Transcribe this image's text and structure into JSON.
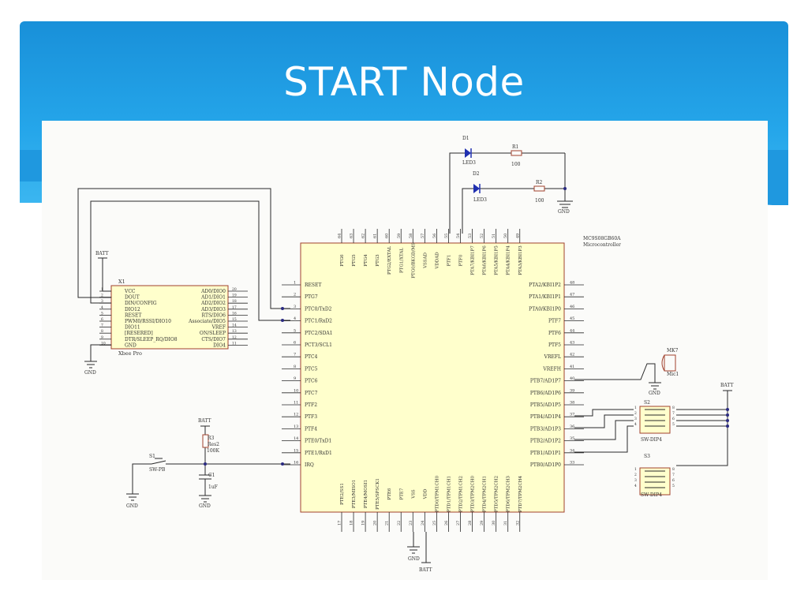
{
  "slide": {
    "title": "START Node"
  },
  "xbee": {
    "ref": "X1",
    "name": "Xbee Pro",
    "left_pins": [
      {
        "num": "1",
        "name": "VCC"
      },
      {
        "num": "2",
        "name": "DOUT"
      },
      {
        "num": "3",
        "name": "DIN/CONFIG"
      },
      {
        "num": "4",
        "name": "DIO12"
      },
      {
        "num": "5",
        "name": "RESET"
      },
      {
        "num": "6",
        "name": "PWM0/RSSI/DIO10"
      },
      {
        "num": "7",
        "name": "DIO11"
      },
      {
        "num": "8",
        "name": "[RESERED]"
      },
      {
        "num": "9",
        "name": "DTR/SLEEP_RQ/DIO8"
      },
      {
        "num": "10",
        "name": "GND"
      }
    ],
    "right_pins": [
      {
        "num": "20",
        "name": "AD0/DIO0"
      },
      {
        "num": "19",
        "name": "AD1/DIO1"
      },
      {
        "num": "18",
        "name": "AD2/DIO2"
      },
      {
        "num": "17",
        "name": "AD3/DIO3"
      },
      {
        "num": "16",
        "name": "RTS/DIO6"
      },
      {
        "num": "15",
        "name": "Associate/DIO5"
      },
      {
        "num": "14",
        "name": "VREF"
      },
      {
        "num": "13",
        "name": "ON/SLEEP"
      },
      {
        "num": "12",
        "name": "CTS/DIO7"
      },
      {
        "num": "11",
        "name": "DIO4"
      }
    ]
  },
  "mcu": {
    "name": "MC9S08GB60A",
    "subtitle": "Microcontroller",
    "left_pins": [
      {
        "num": "1",
        "name": "RESET"
      },
      {
        "num": "2",
        "name": "PTG7"
      },
      {
        "num": "3",
        "name": "PTC0/TxD2"
      },
      {
        "num": "4",
        "name": "PTC1/RxD2"
      },
      {
        "num": "5",
        "name": "PTC2/SDA1"
      },
      {
        "num": "6",
        "name": "PCT3/SCL1"
      },
      {
        "num": "7",
        "name": "PTC4"
      },
      {
        "num": "8",
        "name": "PTC5"
      },
      {
        "num": "9",
        "name": "PTC6"
      },
      {
        "num": "10",
        "name": "PTC7"
      },
      {
        "num": "11",
        "name": "PTF2"
      },
      {
        "num": "12",
        "name": "PTF3"
      },
      {
        "num": "13",
        "name": "PTF4"
      },
      {
        "num": "14",
        "name": "PTE0/TxD1"
      },
      {
        "num": "15",
        "name": "PTE1/RxD1"
      },
      {
        "num": "16",
        "name": "IRQ"
      }
    ],
    "right_pins": [
      {
        "num": "48",
        "name": "PTA2/KBI1P2"
      },
      {
        "num": "47",
        "name": "PTA1/KBI1P1"
      },
      {
        "num": "46",
        "name": "PTA0/KBI1P0"
      },
      {
        "num": "45",
        "name": "PTF7"
      },
      {
        "num": "44",
        "name": "PTF6"
      },
      {
        "num": "43",
        "name": "PTF5"
      },
      {
        "num": "42",
        "name": "VREFL"
      },
      {
        "num": "41",
        "name": "VREFH"
      },
      {
        "num": "40",
        "name": "PTB7/AD1P7"
      },
      {
        "num": "39",
        "name": "PTB6/AD1P6"
      },
      {
        "num": "38",
        "name": "PTB5/AD1P5"
      },
      {
        "num": "37",
        "name": "PTB4/AD1P4"
      },
      {
        "num": "36",
        "name": "PTB3/AD1P3"
      },
      {
        "num": "35",
        "name": "PTB2/AD1P2"
      },
      {
        "num": "34",
        "name": "PTB1/AD1P1"
      },
      {
        "num": "33",
        "name": "PTB0/AD1P0"
      }
    ],
    "top_pins": [
      {
        "num": "64",
        "name": "PTG6"
      },
      {
        "num": "63",
        "name": "PTG5"
      },
      {
        "num": "62",
        "name": "PTG4"
      },
      {
        "num": "61",
        "name": "PTG3"
      },
      {
        "num": "60",
        "name": "PTG2/EXTAL"
      },
      {
        "num": "59",
        "name": "PTG1/XTAL"
      },
      {
        "num": "58",
        "name": "PTG0/BKGD/MS"
      },
      {
        "num": "57",
        "name": "VSSAD"
      },
      {
        "num": "56",
        "name": "VDDAD"
      },
      {
        "num": "55",
        "name": "PTF1"
      },
      {
        "num": "54",
        "name": "PTF0"
      },
      {
        "num": "53",
        "name": "PTA7/KBI1P7"
      },
      {
        "num": "52",
        "name": "PTA6/KBI1P6"
      },
      {
        "num": "51",
        "name": "PTA5/KBI1P5"
      },
      {
        "num": "50",
        "name": "PTA4/KBI1P4"
      },
      {
        "num": "49",
        "name": "PTA3/KBI1P3"
      }
    ],
    "bottom_pins": [
      {
        "num": "17",
        "name": "PTE2/SS1"
      },
      {
        "num": "18",
        "name": "PTE3/MISO1"
      },
      {
        "num": "19",
        "name": "PTE4/MOSI1"
      },
      {
        "num": "20",
        "name": "PTE5/SPSCK1"
      },
      {
        "num": "21",
        "name": "PTE6"
      },
      {
        "num": "22",
        "name": "PTE7"
      },
      {
        "num": "23",
        "name": "VSS"
      },
      {
        "num": "24",
        "name": "VDD"
      },
      {
        "num": "25",
        "name": "PTD0/TPM1CH0"
      },
      {
        "num": "26",
        "name": "PTD1/TPM1CH1"
      },
      {
        "num": "27",
        "name": "PTD2/TPM1CH2"
      },
      {
        "num": "28",
        "name": "PTD3/TPM2CH0"
      },
      {
        "num": "29",
        "name": "PTD4/TPM2CH1"
      },
      {
        "num": "30",
        "name": "PTD5/TPM2CH2"
      },
      {
        "num": "31",
        "name": "PTD6/TPM2CH3"
      },
      {
        "num": "32",
        "name": "PTD7/TPM2CH4"
      }
    ]
  },
  "leds": [
    {
      "ref": "D1",
      "value": "LED3"
    },
    {
      "ref": "D2",
      "value": "LED3"
    }
  ],
  "resistors": [
    {
      "ref": "R1",
      "value": "100"
    },
    {
      "ref": "R2",
      "value": "100"
    },
    {
      "ref": "R3",
      "name": "Res2",
      "value": "100K"
    }
  ],
  "capacitor": {
    "ref": "C1",
    "value": "1uF"
  },
  "pushbutton": {
    "ref": "S1",
    "value": "SW-PB"
  },
  "microphone": {
    "ref": "MK7",
    "value": "Mic1"
  },
  "dip_switches": [
    {
      "ref": "S2",
      "value": "SW-DIP4",
      "left_pins": [
        "1",
        "2",
        "3",
        "4"
      ],
      "right_pins": [
        "8",
        "7",
        "6",
        "5"
      ]
    },
    {
      "ref": "S3",
      "value": "SW-DIP4",
      "left_pins": [
        "1",
        "2",
        "3",
        "4"
      ],
      "right_pins": [
        "8",
        "7",
        "6",
        "5"
      ]
    }
  ],
  "power": {
    "batt": "BATT",
    "gnd": "GND"
  },
  "colors": {
    "header": "#1f98df",
    "chip_fill": "#ffffcc",
    "chip_border": "#a0412d",
    "wire": "#1a1a1a",
    "net": "#2a2a80",
    "led": "#2030b0"
  }
}
